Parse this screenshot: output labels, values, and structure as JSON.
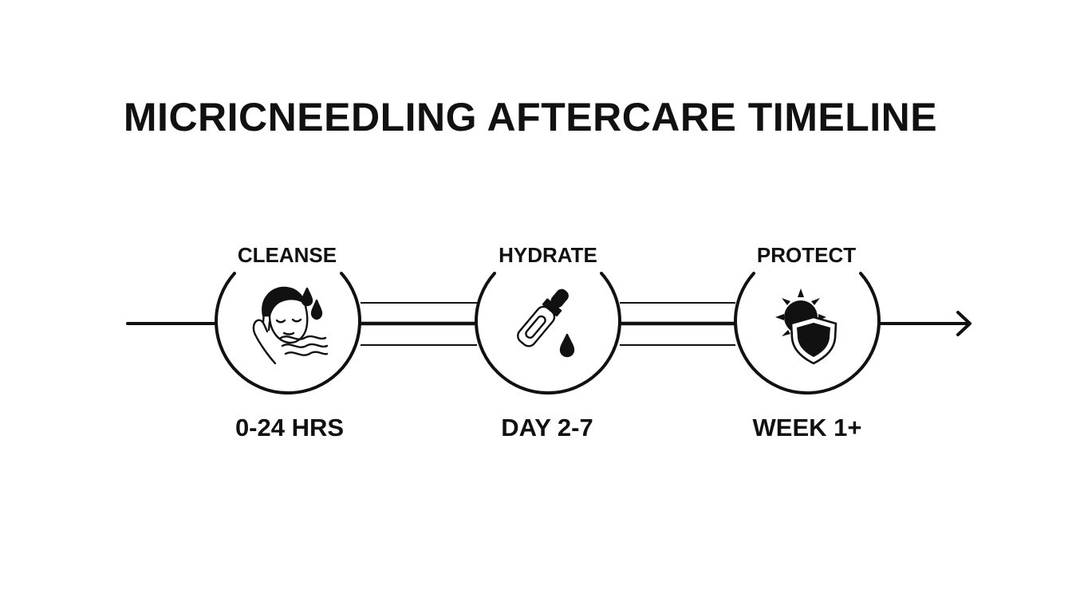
{
  "title": "MICRICNEEDLING AFTERCARE TIMELINE",
  "steps": [
    {
      "label": "CLEANSE",
      "time": "0-24 HRS",
      "icon": "face-wash-icon"
    },
    {
      "label": "HYDRATE",
      "time": "DAY 2-7",
      "icon": "serum-dropper-icon"
    },
    {
      "label": "PROTECT",
      "time": "WEEK 1+",
      "icon": "sun-shield-icon"
    }
  ],
  "colors": {
    "ink": "#111111",
    "background": "#ffffff"
  }
}
